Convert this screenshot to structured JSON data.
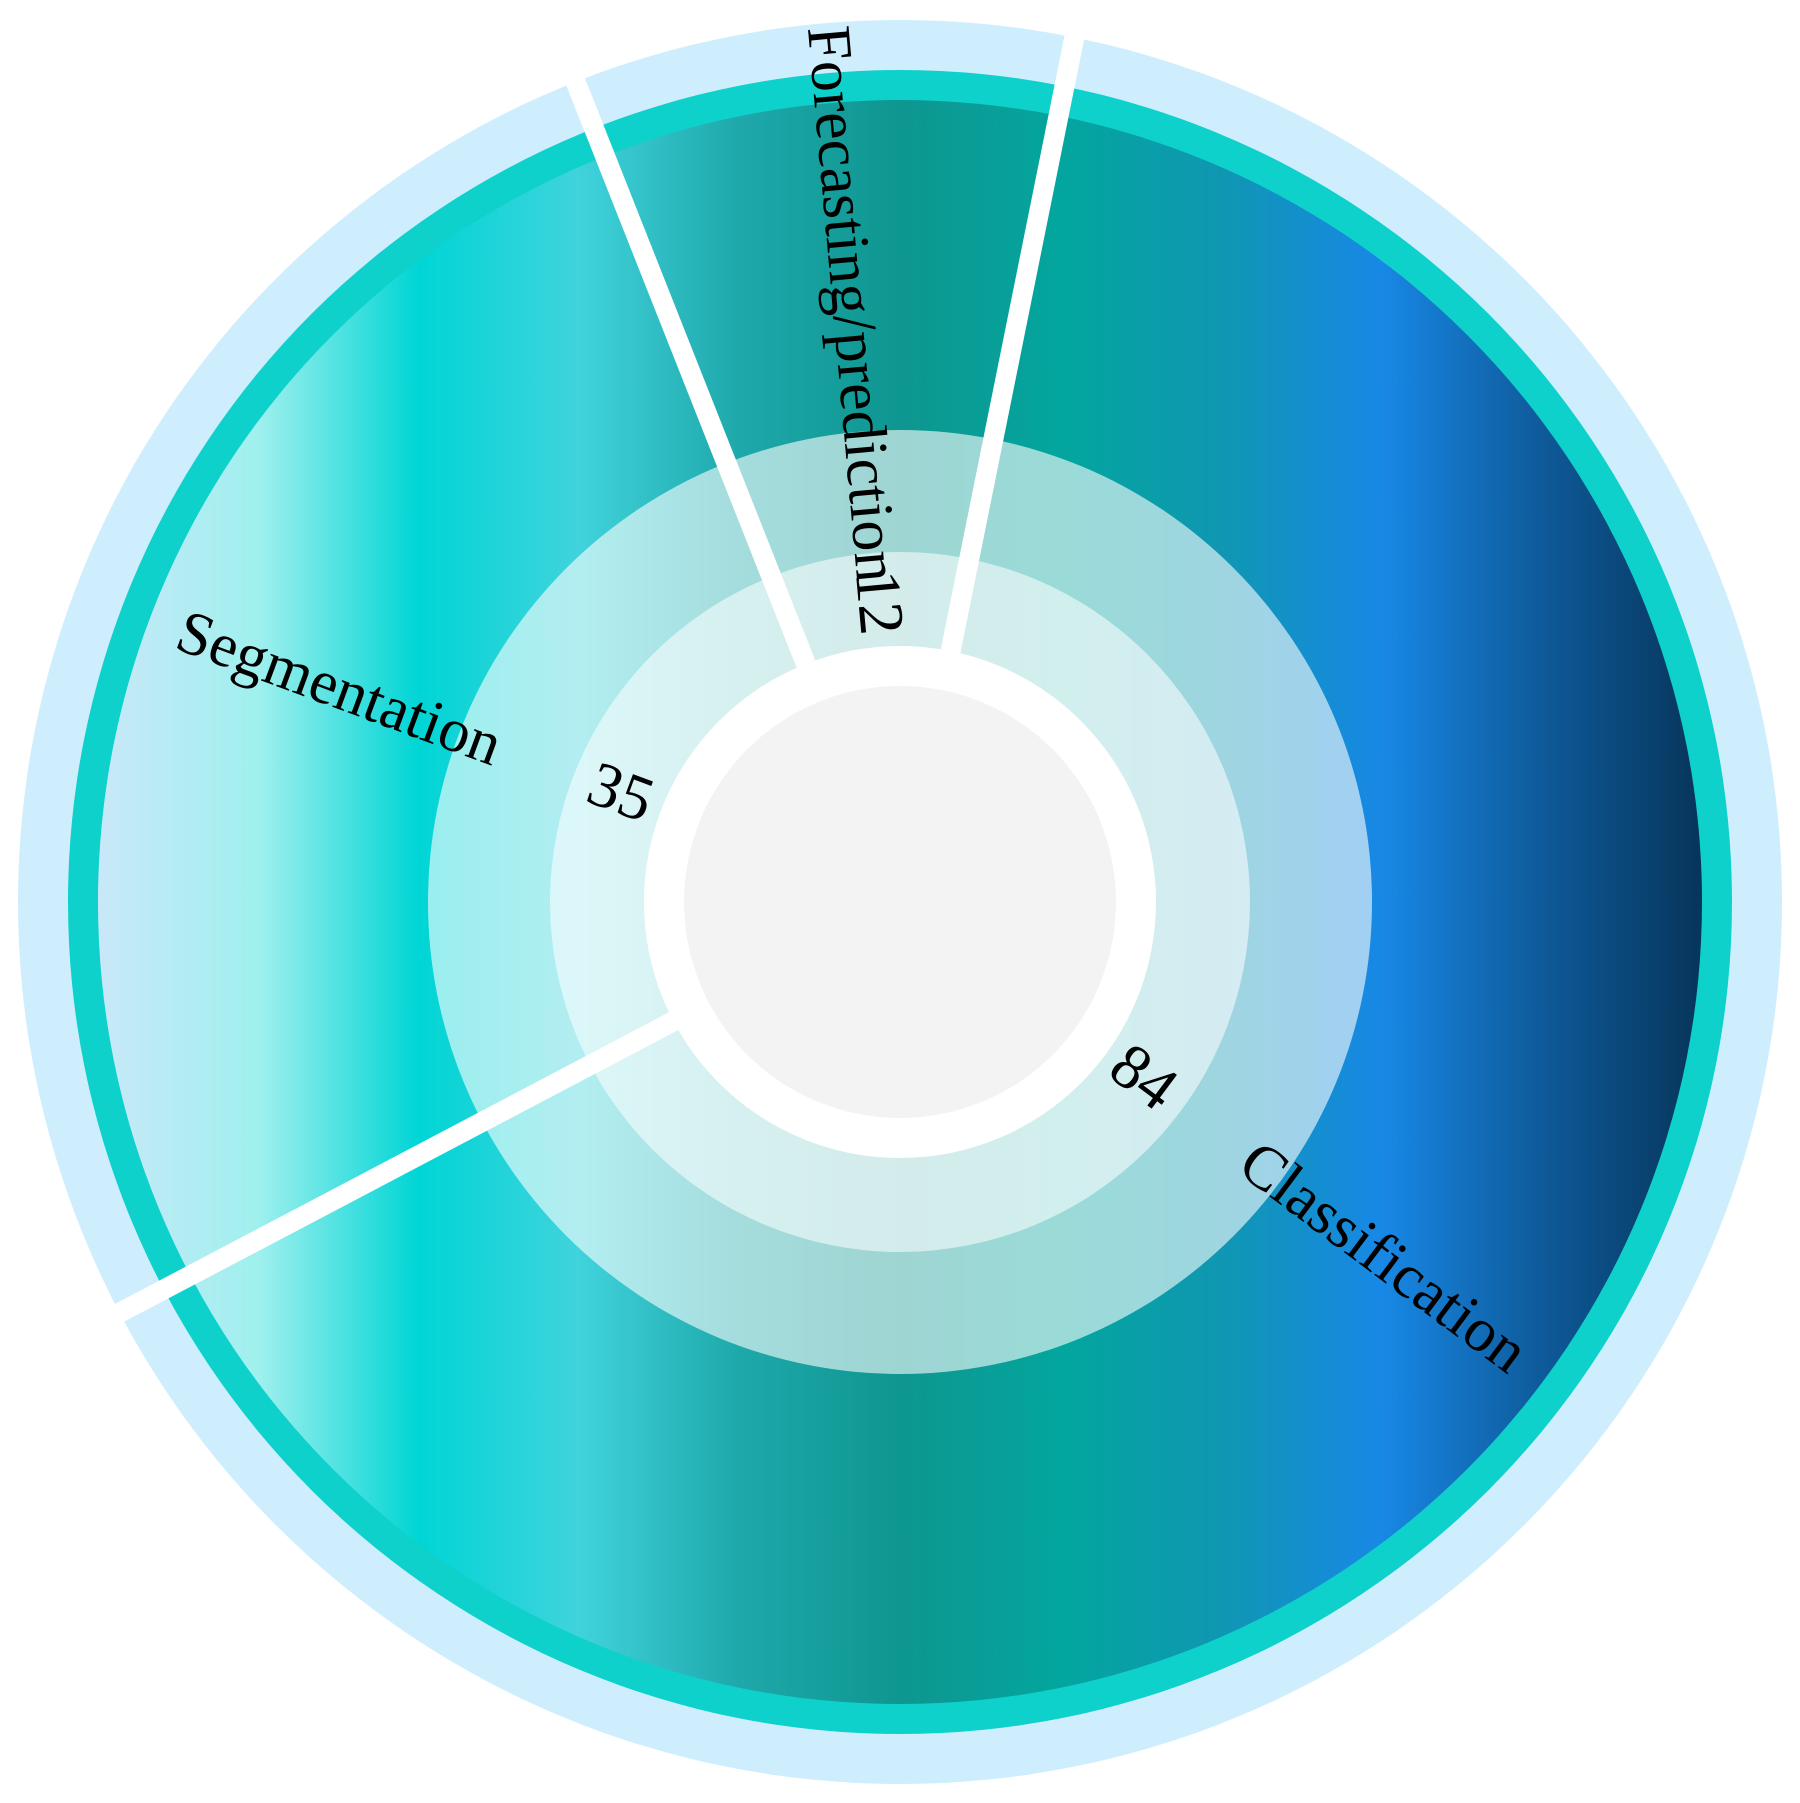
{
  "chart_data": {
    "type": "pie",
    "categories": [
      "Classification",
      "Segmentation",
      "Forecasting/prediction"
    ],
    "values": [
      84,
      35,
      12
    ],
    "colors": {
      "outer_ring": "#cfeefd",
      "rim": "#0ed1cc",
      "middle_ring": "#ffffff",
      "inner_ring": "#ffffff",
      "hole_ring": "#ffffff",
      "center": "#f3f3f3",
      "separator": "#ffffff",
      "gradient_stops": [
        "#c9e8f8",
        "#9ff0ee",
        "#00d5d5",
        "#40d3dc",
        "#1ea8aa",
        "#0e9690",
        "#03a69e",
        "#0f97b2",
        "#1888e6",
        "#0e5a9a",
        "#07355a"
      ]
    }
  }
}
